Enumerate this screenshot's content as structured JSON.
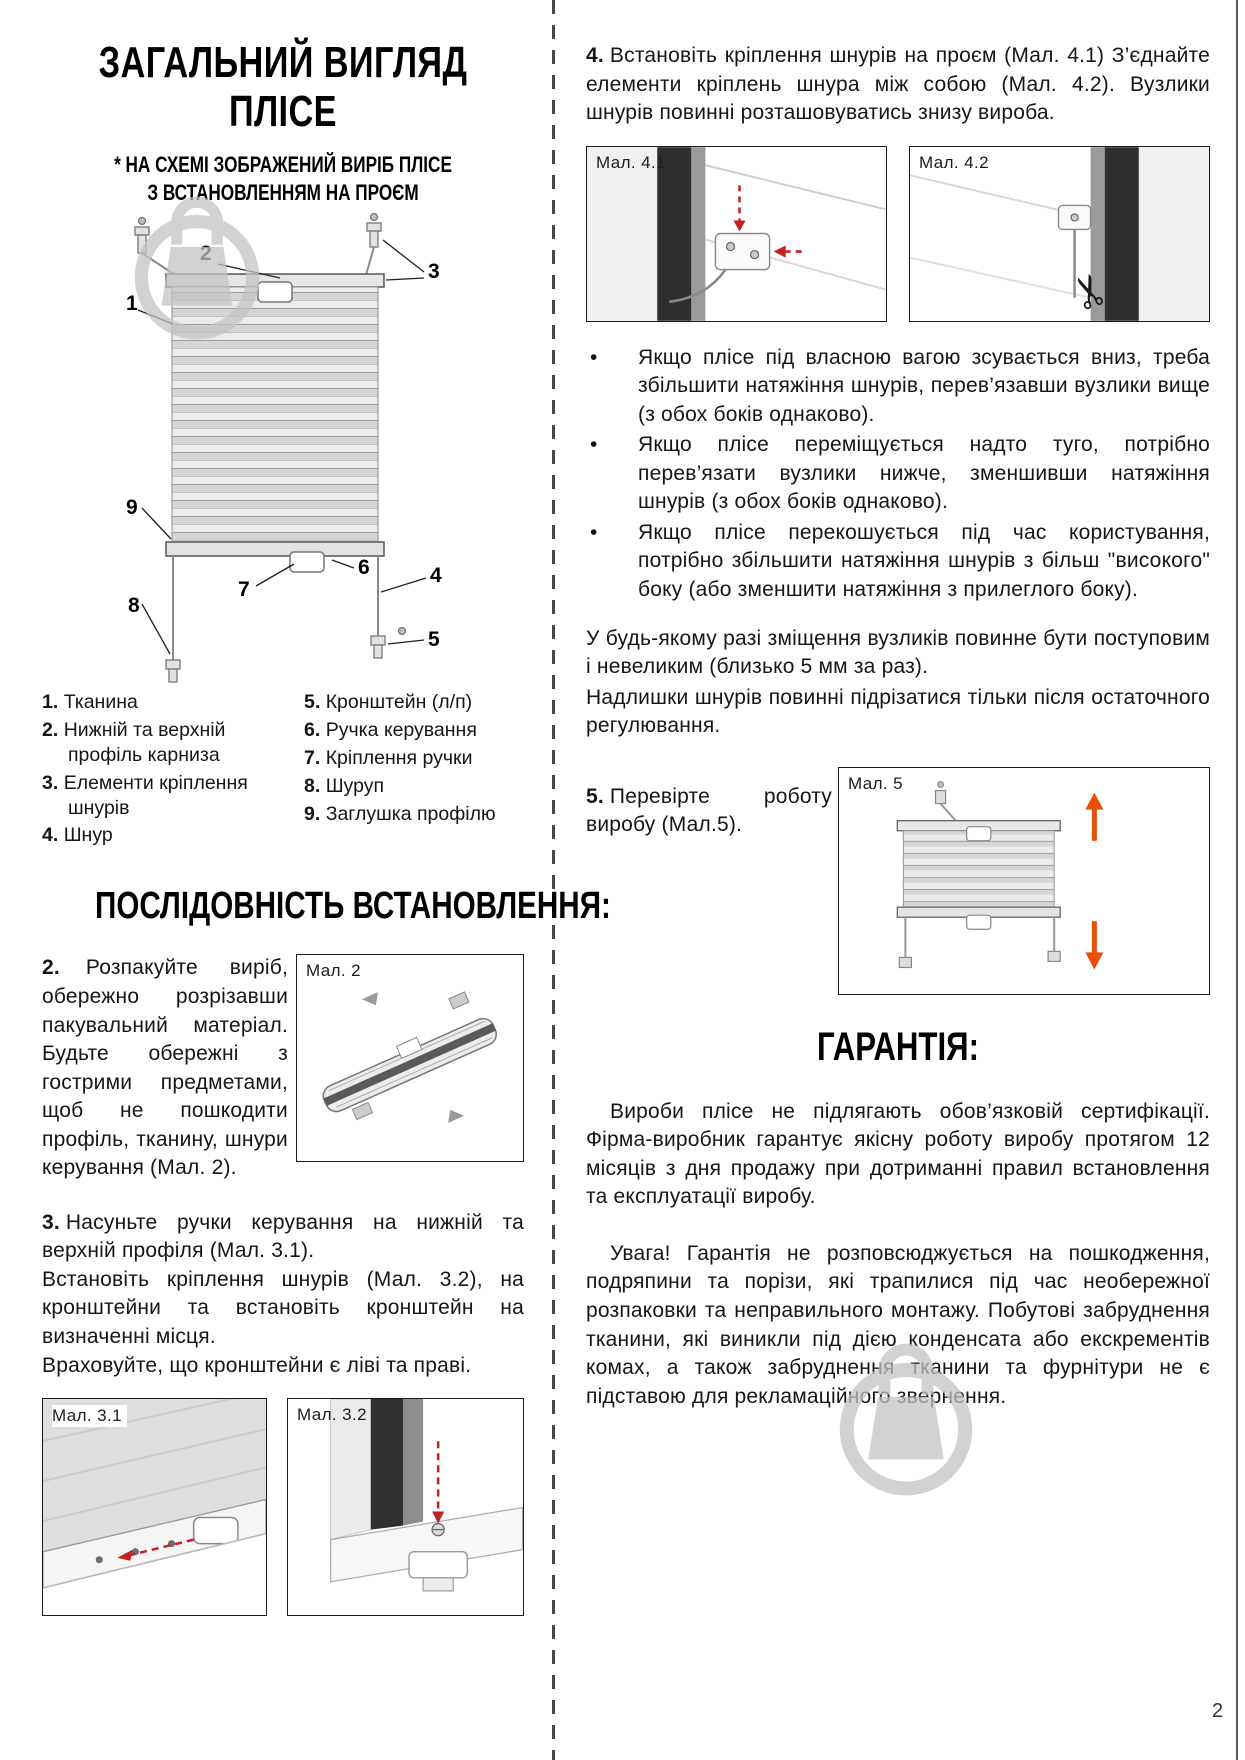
{
  "page": {
    "number": "2"
  },
  "figures": {
    "fig2": "Мал. 2",
    "fig31": "Мал. 3.1",
    "fig32": "Мал. 3.2",
    "fig41": "Мал. 4.1",
    "fig42": "Мал. 4.2",
    "fig5": "Мал. 5"
  },
  "callouts": [
    "1",
    "2",
    "3",
    "4",
    "5",
    "6",
    "7",
    "8",
    "9"
  ],
  "left": {
    "title_line1": "ЗАГАЛЬНИЙ ВИГЛЯД",
    "title_line2": "ПЛІСЕ",
    "subtitle_line1": "* НА СХЕМІ ЗОБРАЖЕНИЙ ВИРІБ ПЛІСЕ",
    "subtitle_line2": "З ВСТАНОВЛЕННЯМ НА ПРОЄМ",
    "legend_left": [
      {
        "num": "1.",
        "text": "Тканина"
      },
      {
        "num": "2.",
        "text": "Нижній та верхній профіль карниза"
      },
      {
        "num": "3.",
        "text": "Елементи кріплення шнурів"
      },
      {
        "num": "4.",
        "text": "Шнур"
      }
    ],
    "legend_right": [
      {
        "num": "5.",
        "text": "Кронштейн (л/п)"
      },
      {
        "num": "6.",
        "text": "Ручка керування"
      },
      {
        "num": "7.",
        "text": "Кріплення ручки"
      },
      {
        "num": "8.",
        "text": "Шуруп"
      },
      {
        "num": "9.",
        "text": "Заглушка профілю"
      }
    ],
    "section_title": "ПОСЛІДОВНІСТЬ ВСТАНОВЛЕННЯ:",
    "step2_num": "2.",
    "step2_text": "Розпакуйте виріб, обережно розрізавши пакувальний матеріал. Будьте обережні з гострими предметами, щоб не пошкодити профіль, тканину, шнури керування (Мал. 2).",
    "step3_num": "3.",
    "step3_text1": "Насуньте ручки керування на нижній та верхній профіля (Мал. 3.1).",
    "step3_text2": "Встановіть кріплення шнурів (Мал. 3.2), на кронштейни та встановіть кронштейн на визначенні місця.",
    "step3_text3": "Враховуйте, що кронштейни є ліві та праві."
  },
  "right": {
    "step4_num": "4.",
    "step4_text": "Встановіть кріплення шнурів на проєм (Мал. 4.1) З’єднайте елементи кріплень шнура між собою (Мал. 4.2). Вузлики шнурів повинні розташовуватись знизу вироба.",
    "bullet_char": "•",
    "bullets": [
      "Якщо плісе під власною вагою зсувається вниз, треба збільшити натяжіння шнурів, перев’язавши вузлики вище (з обох боків однаково).",
      "Якщо плісе переміщується надто туго, потрібно перев’язати вузлики нижче, зменшивши натяжіння шнурів (з обох боків однаково).",
      "Якщо плісе перекошується під час користування, потрібно збільшити натяжіння шнурів з більш \"високого\" боку (або зменшити натяжіння з прилеглого боку)."
    ],
    "note1": "У будь-якому разі зміщення вузликів повинне бути поступовим і невеликим (близько 5 мм за раз).",
    "note2": "Надлишки шнурів повинні підрізатися тільки після остаточного регулювання.",
    "step5_num": "5.",
    "step5_text": "Перевірте роботу виробу (Мал.5).",
    "warranty_title": "ГАРАНТІЯ:",
    "warranty_p1": "Вироби плісе не підлягають обов’язковій сертифікації. Фірма-виробник гарантує якісну роботу виробу протягом 12 місяців з дня продажу при дотриманні правил встановлення та експлуатації виробу.",
    "warranty_p2": "Увага! Гарантія не розповсюджується на пошкодження, подряпини та порізи, які трапилися під час необережної розпаковки та неправильного монтажу. Побутові забруднення тканини, які виникли під дією конденсата або екскрементів комах, а також забруднення тканини та фурнітури не є підставою для рекламаційного звернення."
  }
}
